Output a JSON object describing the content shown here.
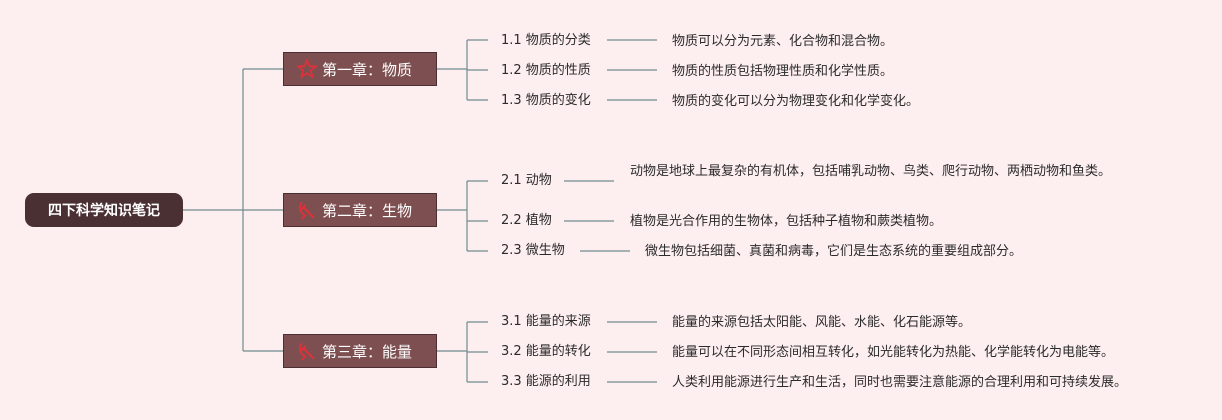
{
  "root": {
    "title": "四下科学知识笔记"
  },
  "chapters": [
    {
      "title": "第一章：物质",
      "icon": "star-icon",
      "sections": [
        {
          "label": "1.1 物质的分类",
          "desc": "物质可以分为元素、化合物和混合物。"
        },
        {
          "label": "1.2 物质的性质",
          "desc": "物质的性质包括物理性质和化学性质。"
        },
        {
          "label": "1.3 物质的变化",
          "desc": "物质的变化可以分为物理变化和化学变化。"
        }
      ]
    },
    {
      "title": "第二章：生物",
      "icon": "hammer-sickle-icon",
      "sections": [
        {
          "label": "2.1 动物",
          "desc": "动物是地球上最复杂的有机体，包括哺乳动物、鸟类、爬行动物、两栖动物和鱼类。"
        },
        {
          "label": "2.2 植物",
          "desc": "植物是光合作用的生物体，包括种子植物和蕨类植物。"
        },
        {
          "label": "2.3 微生物",
          "desc": "微生物包括细菌、真菌和病毒，它们是生态系统的重要组成部分。"
        }
      ]
    },
    {
      "title": "第三章：能量",
      "icon": "hammer-sickle-icon",
      "sections": [
        {
          "label": "3.1 能量的来源",
          "desc": "能量的来源包括太阳能、风能、水能、化石能源等。"
        },
        {
          "label": "3.2 能量的转化",
          "desc": "能量可以在不同形态间相互转化，如光能转化为热能、化学能转化为电能等。"
        },
        {
          "label": "3.3 能源的利用",
          "desc": "人类利用能源进行生产和生活，同时也需要注意能源的合理利用和可持续发展。"
        }
      ]
    }
  ],
  "colors": {
    "background": "#fdeef0",
    "root": "#4a2f33",
    "chapter": "#7e4f50",
    "line": "#6f8c8c",
    "icon": "#e0303a"
  }
}
